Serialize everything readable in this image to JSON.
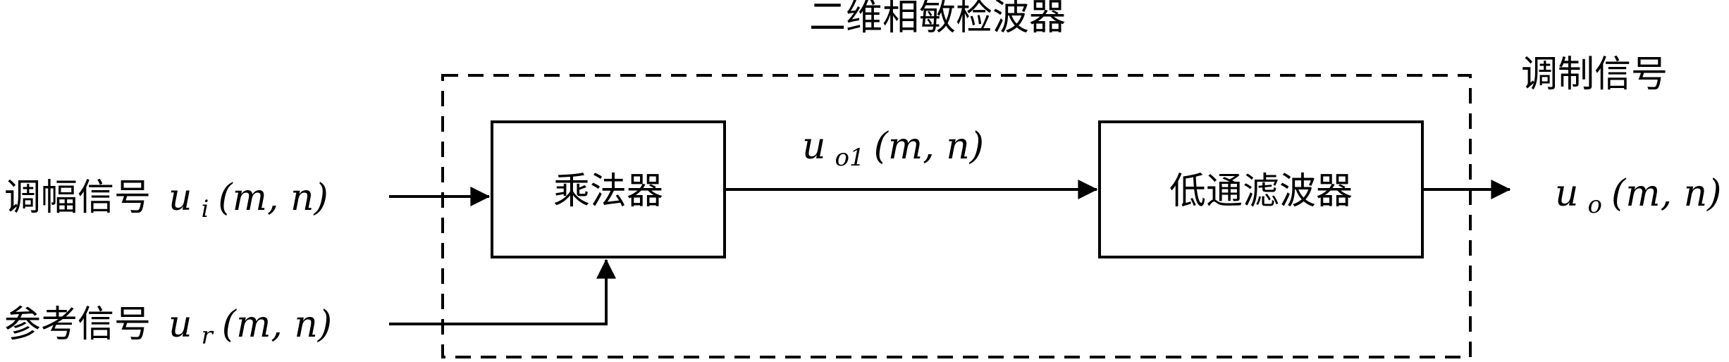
{
  "title": "二维相敏检波器",
  "group_label": "调制信号",
  "input_modulated": {
    "label": "调幅信号",
    "symbol": "u",
    "sub": "i",
    "args": "(m, n)"
  },
  "input_reference": {
    "label": "参考信号",
    "symbol": "u",
    "sub": "r",
    "args": "(m, n)"
  },
  "multiplier": {
    "label": "乘法器"
  },
  "lowpass": {
    "label": "低通滤波器"
  },
  "mid_signal": {
    "symbol": "u",
    "sub": "o1",
    "args": "(m, n)"
  },
  "output": {
    "symbol": "u",
    "sub": "o",
    "args": "(m, n)"
  }
}
